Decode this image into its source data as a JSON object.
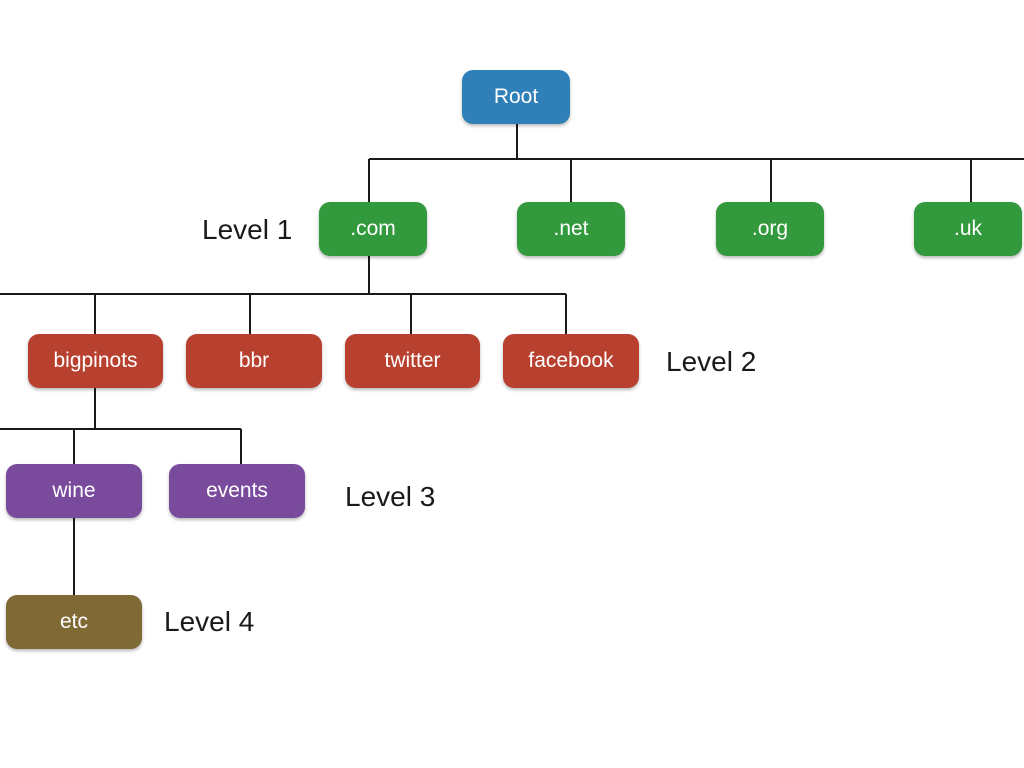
{
  "colors": {
    "root": "#2f7fb8",
    "level1": "#33993d",
    "level2": "#b8402f",
    "level3": "#7a4a9d",
    "level4": "#7f6a36",
    "connector": "#1a1a1a"
  },
  "root": {
    "label": "Root"
  },
  "level1": {
    "label": "Level 1",
    "nodes": [
      ".com",
      ".net",
      ".org",
      ".uk"
    ]
  },
  "level2": {
    "label": "Level 2",
    "nodes": [
      "bigpinots",
      "bbr",
      "twitter",
      "facebook"
    ]
  },
  "level3": {
    "label": "Level 3",
    "nodes": [
      "wine",
      "events"
    ]
  },
  "level4": {
    "label": "Level 4",
    "nodes": [
      "etc"
    ]
  }
}
